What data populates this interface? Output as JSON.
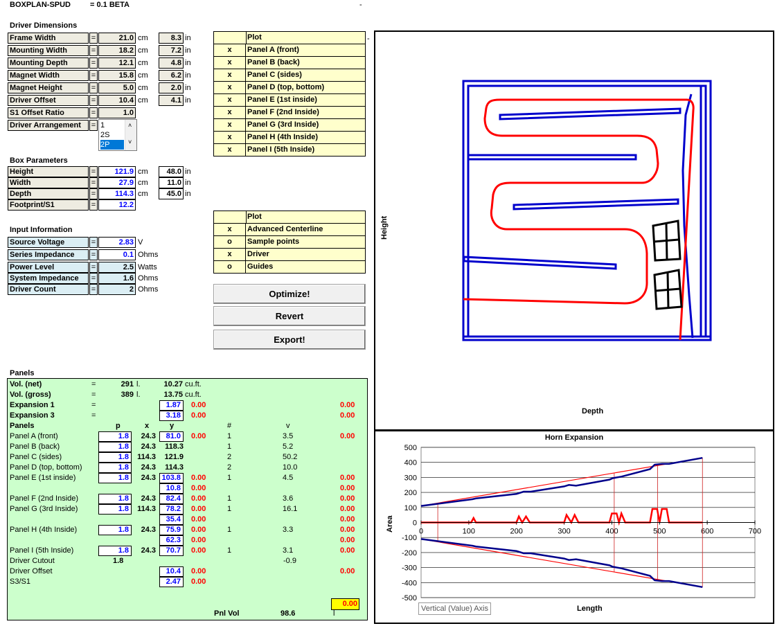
{
  "header": {
    "app": "BOXPLAN-SPUD",
    "version": "= 0.1 BETA",
    "dash": "-"
  },
  "driver": {
    "title": "Driver Dimensions",
    "rows": [
      {
        "label": "Frame Width",
        "cm": "21.0",
        "in": "8.3"
      },
      {
        "label": "Mounting Width",
        "cm": "18.2",
        "in": "7.2"
      },
      {
        "label": "Mounting Depth",
        "cm": "12.1",
        "in": "4.8"
      },
      {
        "label": "Magnet Width",
        "cm": "15.8",
        "in": "6.2"
      },
      {
        "label": "Magnet Height",
        "cm": "5.0",
        "in": "2.0"
      },
      {
        "label": "Driver Offset",
        "cm": "10.4",
        "in": "4.1"
      },
      {
        "label": "S1 Offset Ratio",
        "value": "1.0"
      }
    ],
    "arrangement_label": "Driver Arrangement",
    "arrangement_options": [
      "1",
      "2S",
      "2P"
    ],
    "arrangement_selected": "2P",
    "unit_cm": "cm",
    "unit_in": "in",
    "eq": "="
  },
  "box": {
    "title": "Box Parameters",
    "rows": [
      {
        "label": "Height",
        "cm": "121.9",
        "in": "48.0"
      },
      {
        "label": "Width",
        "cm": "27.9",
        "in": "11.0"
      },
      {
        "label": "Depth",
        "cm": "114.3",
        "in": "45.0"
      },
      {
        "label": "Footprint/S1",
        "value": "12.2"
      }
    ]
  },
  "input": {
    "title": "Input Information",
    "rows": [
      {
        "label": "Source Voltage",
        "value": "2.83",
        "unit": "V"
      },
      {
        "label": "Series Impedance",
        "value": "0.1",
        "unit": "Ohms"
      },
      {
        "label": "Power Level",
        "value": "2.5",
        "unit": "Watts"
      },
      {
        "label": "System Impedance",
        "value": "1.6",
        "unit": "Ohms"
      },
      {
        "label": "Driver Count",
        "value": "2",
        "unit": "Ohms"
      }
    ]
  },
  "plot_panels": {
    "header": "Plot",
    "items": [
      {
        "mark": "x",
        "label": "Panel A (front)"
      },
      {
        "mark": "x",
        "label": "Panel B (back)"
      },
      {
        "mark": "x",
        "label": "Panel C (sides)"
      },
      {
        "mark": "x",
        "label": "Panel D (top, bottom)"
      },
      {
        "mark": "x",
        "label": "Panel E (1st inside)"
      },
      {
        "mark": "x",
        "label": "Panel F (2nd Inside)"
      },
      {
        "mark": "x",
        "label": "Panel G (3rd Inside)"
      },
      {
        "mark": "x",
        "label": "Panel H (4th Inside)"
      },
      {
        "mark": "x",
        "label": "Panel I (5th Inside)"
      }
    ]
  },
  "plot_options": {
    "header": "Plot",
    "items": [
      {
        "mark": "x",
        "label": "Advanced Centerline"
      },
      {
        "mark": "o",
        "label": "Sample points"
      },
      {
        "mark": "x",
        "label": "Driver"
      },
      {
        "mark": "o",
        "label": "Guides"
      }
    ]
  },
  "buttons": {
    "optimize": "Optimize!",
    "revert": "Revert",
    "export": "Export!"
  },
  "panels": {
    "title": "Panels",
    "vol_net": {
      "label": "Vol. (net)",
      "eq": "=",
      "l": "291",
      "lu": "l.",
      "cuft": "10.27",
      "cuu": "cu.ft."
    },
    "vol_gross": {
      "label": "Vol. (gross)",
      "eq": "=",
      "l": "389",
      "lu": "l.",
      "cuft": "13.75",
      "cuu": "cu.ft."
    },
    "exp1": {
      "label": "Expansion 1",
      "eq": "=",
      "val": "1.87",
      "err": "0.00",
      "err2": "0.00"
    },
    "exp3": {
      "label": "Expansion 3",
      "eq": "=",
      "val": "3.18",
      "err": "0.00",
      "err2": "0.00"
    },
    "headers": {
      "name": "Panels",
      "p": "p",
      "x": "x",
      "y": "y",
      "n": "#",
      "v": "v"
    },
    "rows": [
      {
        "name": "Panel A (front)",
        "p": "1.8",
        "x": "24.3",
        "y": "81.0",
        "err": "0.00",
        "n": "1",
        "v": "3.5",
        "err2": "0.00"
      },
      {
        "name": "Panel B (back)",
        "p": "1.8",
        "x": "24.3",
        "y": "118.3",
        "err": "",
        "n": "1",
        "v": "5.2",
        "err2": ""
      },
      {
        "name": "Panel C (sides)",
        "p": "1.8",
        "x": "114.3",
        "y": "121.9",
        "err": "",
        "n": "2",
        "v": "50.2",
        "err2": ""
      },
      {
        "name": "Panel D (top, bottom)",
        "p": "1.8",
        "x": "24.3",
        "y": "114.3",
        "err": "",
        "n": "2",
        "v": "10.0",
        "err2": ""
      },
      {
        "name": "Panel E (1st inside)",
        "p": "1.8",
        "x": "24.3",
        "y": "103.8",
        "err": "0.00",
        "n": "1",
        "v": "4.5",
        "err2": "0.00"
      },
      {
        "name": "",
        "p": "",
        "x": "",
        "y": "10.8",
        "err": "0.00",
        "n": "",
        "v": "",
        "err2": "0.00"
      },
      {
        "name": "Panel F (2nd Inside)",
        "p": "1.8",
        "x": "24.3",
        "y": "82.4",
        "err": "0.00",
        "n": "1",
        "v": "3.6",
        "err2": "0.00"
      },
      {
        "name": "Panel G (3rd Inside)",
        "p": "1.8",
        "x": "114.3",
        "y": "78.2",
        "err": "0.00",
        "n": "1",
        "v": "16.1",
        "err2": "0.00"
      },
      {
        "name": "",
        "p": "",
        "x": "",
        "y": "35.4",
        "err": "0.00",
        "n": "",
        "v": "",
        "err2": "0.00"
      },
      {
        "name": "Panel H (4th Inside)",
        "p": "1.8",
        "x": "24.3",
        "y": "75.9",
        "err": "0.00",
        "n": "1",
        "v": "3.3",
        "err2": "0.00"
      },
      {
        "name": "",
        "p": "",
        "x": "",
        "y": "62.3",
        "err": "0.00",
        "n": "",
        "v": "",
        "err2": "0.00"
      },
      {
        "name": "Panel I (5th Inside)",
        "p": "1.8",
        "x": "24.3",
        "y": "70.7",
        "err": "0.00",
        "n": "1",
        "v": "3.1",
        "err2": "0.00"
      }
    ],
    "cutout": {
      "name": "Driver Cutout",
      "p": "1.8",
      "v": "-0.9"
    },
    "offset": {
      "name": "Driver Offset",
      "y": "10.4",
      "err": "0.00",
      "err2": "0.00"
    },
    "s3s1": {
      "name": "S3/S1",
      "y": "2.47",
      "err": "0.00"
    },
    "total": "0.00",
    "pnl_vol": {
      "label": "Pnl Vol",
      "value": "98.6",
      "unit": "l"
    }
  },
  "box_plot": {
    "xlabel": "Depth",
    "ylabel": "Height"
  },
  "chart_data": {
    "type": "line",
    "title": "Horn Expansion",
    "xlabel": "Length",
    "ylabel": "Area",
    "xlim": [
      0,
      700
    ],
    "ylim": [
      -500,
      500
    ],
    "xticks": [
      0,
      100,
      200,
      300,
      400,
      500,
      600,
      700
    ],
    "yticks": [
      500,
      400,
      300,
      200,
      100,
      0,
      -100,
      -200,
      -300,
      -400,
      -500
    ],
    "tooltip": "Vertical (Value) Axis",
    "colors": {
      "ideal": "#ff0000",
      "actual": "#00008b",
      "error": "#ff0000"
    },
    "series": [
      {
        "values": [
          [
            0,
            110
          ],
          [
            590,
            430
          ]
        ]
      },
      {
        "values": [
          [
            0,
            110
          ],
          [
            108,
            155
          ],
          [
            115,
            160
          ],
          [
            200,
            190
          ],
          [
            215,
            205
          ],
          [
            230,
            205
          ],
          [
            300,
            240
          ],
          [
            310,
            250
          ],
          [
            325,
            245
          ],
          [
            395,
            285
          ],
          [
            402,
            295
          ],
          [
            420,
            305
          ],
          [
            480,
            355
          ],
          [
            490,
            385
          ],
          [
            505,
            390
          ],
          [
            520,
            390
          ],
          [
            590,
            430
          ]
        ]
      },
      {
        "values": [
          [
            0,
            0
          ],
          [
            105,
            0
          ],
          [
            110,
            30
          ],
          [
            115,
            0
          ],
          [
            200,
            0
          ],
          [
            205,
            40
          ],
          [
            212,
            0
          ],
          [
            220,
            40
          ],
          [
            228,
            0
          ],
          [
            300,
            0
          ],
          [
            305,
            50
          ],
          [
            315,
            0
          ],
          [
            322,
            50
          ],
          [
            330,
            0
          ],
          [
            395,
            0
          ],
          [
            400,
            60
          ],
          [
            410,
            60
          ],
          [
            415,
            0
          ],
          [
            420,
            60
          ],
          [
            428,
            0
          ],
          [
            480,
            0
          ],
          [
            485,
            90
          ],
          [
            495,
            90
          ],
          [
            500,
            0
          ],
          [
            505,
            90
          ],
          [
            515,
            90
          ],
          [
            520,
            0
          ],
          [
            590,
            0
          ]
        ]
      }
    ],
    "guides_x": [
      35,
      405,
      496,
      590
    ]
  }
}
